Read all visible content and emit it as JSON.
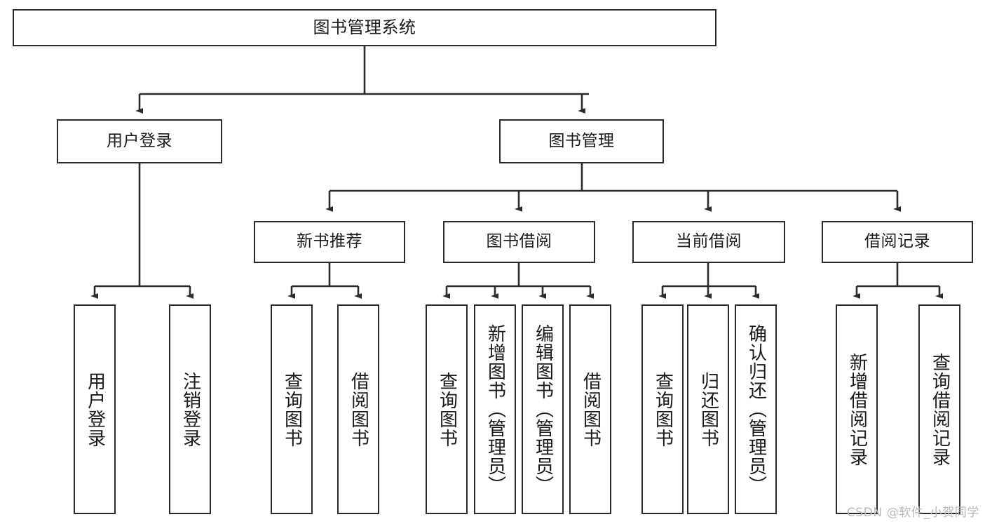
{
  "diagram": {
    "title": "图书管理系统",
    "type": "tree",
    "watermark": "CSDN @软件_小贺同学",
    "colors": {
      "box_border": "#2b2b2b",
      "box_fill": "#ffffff",
      "edge": "#2b2b2b",
      "text": "#1a1a1a",
      "watermark": "#b9b9b9"
    },
    "nodes": {
      "root": {
        "label": "图书管理系统"
      },
      "level1": [
        {
          "id": "user-login",
          "label": "用户登录"
        },
        {
          "id": "book-manage",
          "label": "图书管理"
        }
      ],
      "level2": [
        {
          "id": "new-book-recommend",
          "label": "新书推荐"
        },
        {
          "id": "book-borrow",
          "label": "图书借阅"
        },
        {
          "id": "current-borrow",
          "label": "当前借阅"
        },
        {
          "id": "borrow-record",
          "label": "借阅记录"
        }
      ],
      "leaves": {
        "user-login": [
          {
            "id": "leaf-user-login",
            "label": "用户登录"
          },
          {
            "id": "leaf-logout-login",
            "label": "注销登录"
          }
        ],
        "new-book-recommend": [
          {
            "id": "leaf-query-book-1",
            "label": "查询图书"
          },
          {
            "id": "leaf-borrow-book-1",
            "label": "借阅图书"
          }
        ],
        "book-borrow": [
          {
            "id": "leaf-query-book-2",
            "label": "查询图书"
          },
          {
            "id": "leaf-add-book",
            "label": "新增图书（管理员）"
          },
          {
            "id": "leaf-edit-book",
            "label": "编辑图书（管理员）"
          },
          {
            "id": "leaf-borrow-book-2",
            "label": "借阅图书"
          }
        ],
        "current-borrow": [
          {
            "id": "leaf-query-book-3",
            "label": "查询图书"
          },
          {
            "id": "leaf-return-book",
            "label": "归还图书"
          },
          {
            "id": "leaf-confirm-return",
            "label": "确认归还（管理员）"
          }
        ],
        "borrow-record": [
          {
            "id": "leaf-add-record",
            "label": "新增借阅记录"
          },
          {
            "id": "leaf-query-record",
            "label": "查询借阅记录"
          }
        ]
      }
    }
  }
}
